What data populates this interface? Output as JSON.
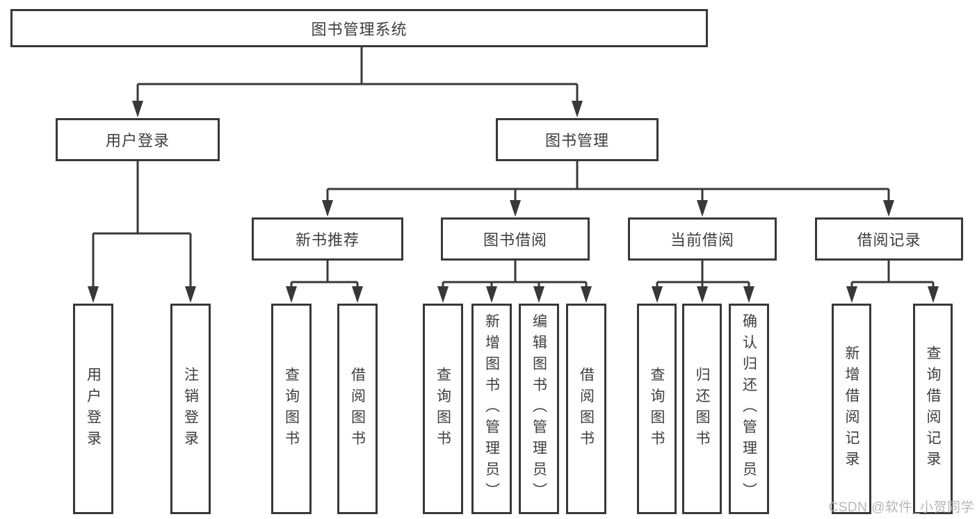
{
  "diagram": {
    "tree": {
      "label": "图书管理系统",
      "children": [
        {
          "label": "用户登录",
          "children": [
            {
              "label": "用户登录"
            },
            {
              "label": "注销登录"
            }
          ]
        },
        {
          "label": "图书管理",
          "children": [
            {
              "label": "新书推荐",
              "children": [
                {
                  "label": "查询图书"
                },
                {
                  "label": "借阅图书"
                }
              ]
            },
            {
              "label": "图书借阅",
              "children": [
                {
                  "label": "查询图书"
                },
                {
                  "label": "新增图书（管理员）"
                },
                {
                  "label": "编辑图书（管理员）"
                },
                {
                  "label": "借阅图书"
                }
              ]
            },
            {
              "label": "当前借阅",
              "children": [
                {
                  "label": "查询图书"
                },
                {
                  "label": "归还图书"
                },
                {
                  "label": "确认归还（管理员）"
                }
              ]
            },
            {
              "label": "借阅记录",
              "children": [
                {
                  "label": "新增借阅记录"
                },
                {
                  "label": "查询借阅记录"
                }
              ]
            }
          ]
        }
      ]
    },
    "line_color": "#383838",
    "text_color": "#3d3d3d"
  },
  "watermark": {
    "text": "CSDN @软件_小贺同学"
  }
}
